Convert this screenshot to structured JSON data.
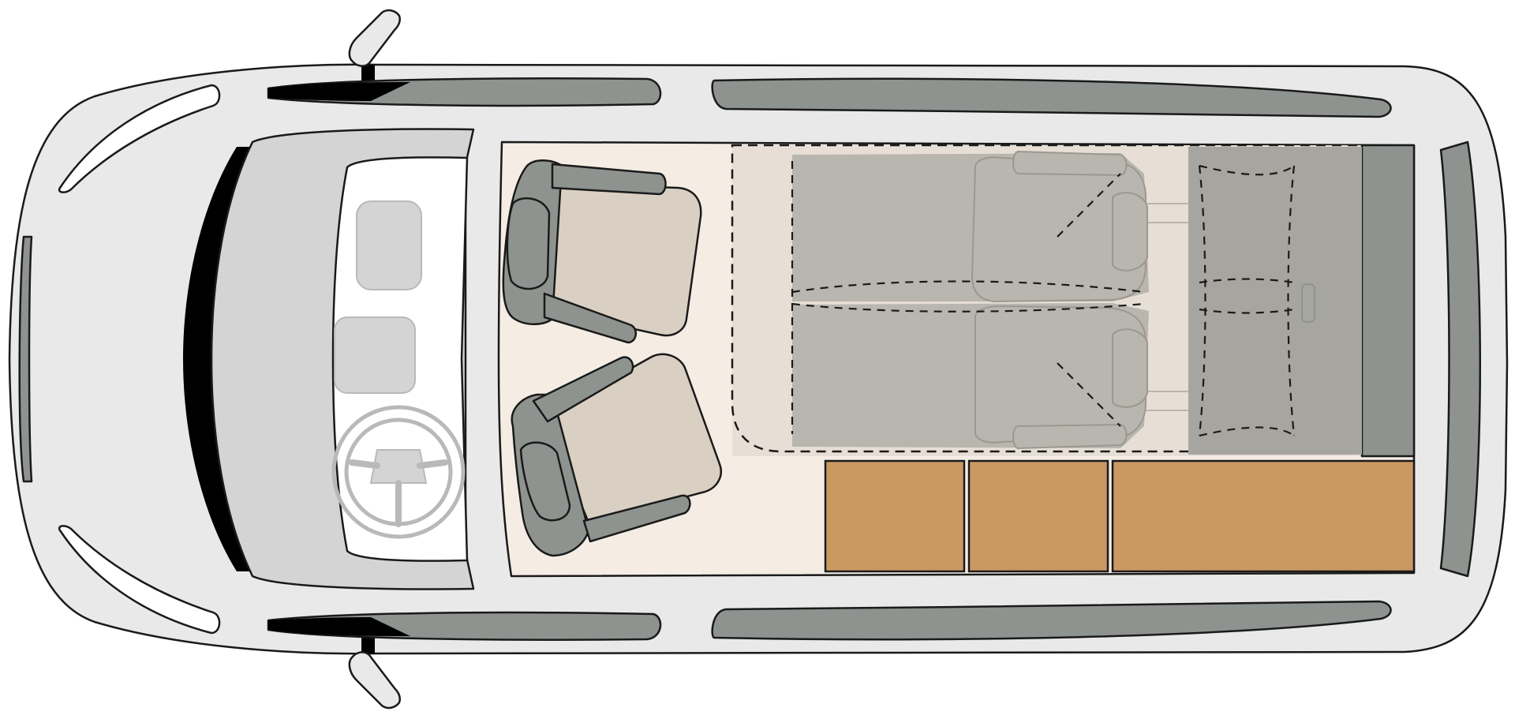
{
  "diagram": {
    "subject": "camper-van-floor-plan-top-view",
    "palette": {
      "outline": "#1a1a1a",
      "body": "#e9e9e9",
      "window": "#8f9390",
      "window_dark": "#000000",
      "dashboard": "#d4d4d4",
      "interior_floor": "#f5ede4",
      "bed_area": "#e7dfd5",
      "seat_frame": "#8f9390",
      "seat_cushion": "#d9d0c3",
      "bench_seat": "#b8b6ae",
      "rear_bench": "#a7a5a0",
      "rear_panel": "#8f9390",
      "cabinet": "#c99863"
    },
    "cabinets": [
      {
        "name": "cabinet-1"
      },
      {
        "name": "cabinet-2"
      },
      {
        "name": "cabinet-3"
      }
    ]
  }
}
